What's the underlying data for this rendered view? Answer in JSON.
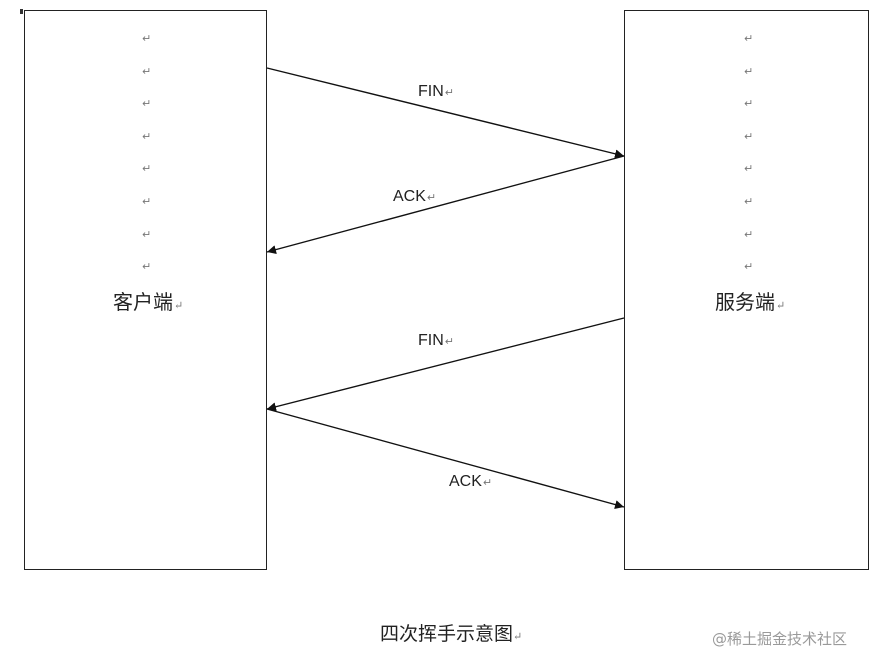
{
  "client": {
    "label": "客户端",
    "mark": "↵",
    "mark_count": 8
  },
  "server": {
    "label": "服务端",
    "mark": "↵",
    "mark_count": 8
  },
  "messages": [
    {
      "label": "FIN",
      "from": "client",
      "to": "server"
    },
    {
      "label": "ACK",
      "from": "server",
      "to": "client"
    },
    {
      "label": "FIN",
      "from": "server",
      "to": "client"
    },
    {
      "label": "ACK",
      "from": "client",
      "to": "server"
    }
  ],
  "caption": "四次挥手示意图",
  "return_mark": "↵",
  "watermark": "@稀土掘金技术社区",
  "colors": {
    "line": "#111111",
    "text": "#222222",
    "mark": "#777777",
    "watermark": "#9a9a9a"
  }
}
